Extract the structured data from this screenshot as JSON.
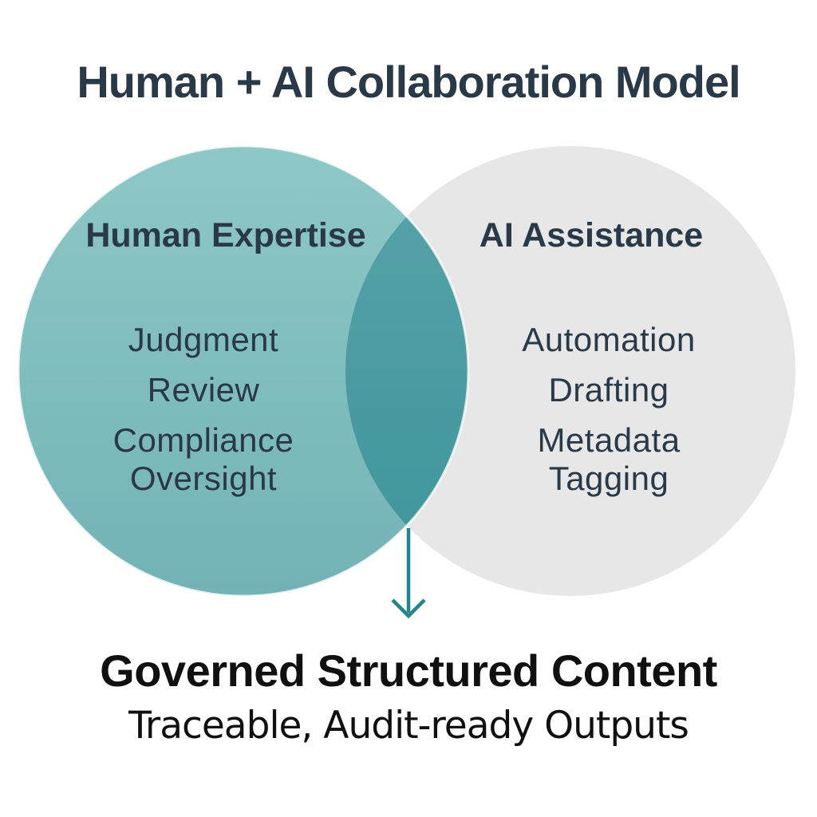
{
  "title": "Human + AI Collaboration Model",
  "venn": {
    "left": {
      "heading": [
        "Human",
        "Expertise"
      ],
      "items": [
        [
          "Judgment"
        ],
        [
          "Review"
        ],
        [
          "Compliance",
          "Oversight"
        ]
      ]
    },
    "right": {
      "heading": [
        "AI",
        "Assistance"
      ],
      "items": [
        [
          "Automation"
        ],
        [
          "Drafting"
        ],
        [
          "Metadata",
          "Tagging"
        ]
      ]
    }
  },
  "footer": {
    "heading": "Governed Structured Content",
    "subheading": "Traceable, Audit-ready Outputs"
  },
  "colors": {
    "teal_top": "#8ec8c6",
    "teal_bottom": "#73b2b6",
    "lens_top": "#58a4a8",
    "lens_bottom": "#3e949b",
    "gray_circle": "#e7e7e8",
    "arrow": "#26858a",
    "ink": "#2a3947",
    "footer_ink": "#101010"
  }
}
